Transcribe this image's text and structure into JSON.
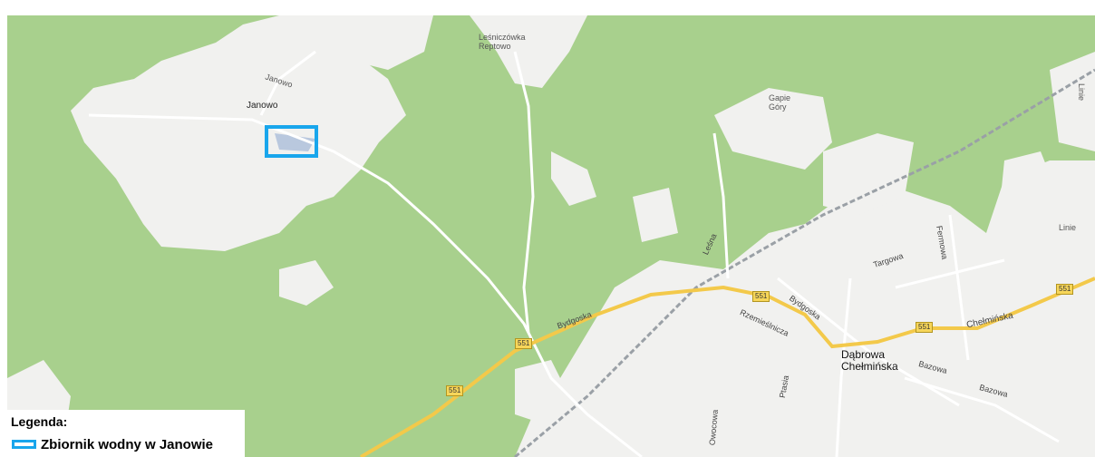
{
  "map": {
    "places": {
      "janowo": "Janowo",
      "janowo_road": "Janowo",
      "lesniczowka": "Leśniczówka\nReptowo",
      "gapie_gory": "Gapie\nGóry",
      "dabrowa": "Dąbrowa\nChełmińska",
      "linie_top": "Linie",
      "linie_right": "Linie"
    },
    "streets": {
      "bydgoska_1": "Bydgoska",
      "bydgoska_2": "Bydgoska",
      "lesna": "Leśna",
      "targowa": "Targowa",
      "fermowa": "Fermowa",
      "chelminska": "Chełmińska",
      "rzemieslnicza": "Rzemieślnicza",
      "plasia": "Ptasia",
      "bazowa_1": "Bazowa",
      "bazowa_2": "Bazowa",
      "owocowa": "Owocowa"
    },
    "route_number": "551",
    "colors": {
      "forest": "#a8d08d",
      "open_land": "#f1f1ef",
      "highlight": "#19a6ec",
      "road_main": "#f3c94a"
    }
  },
  "legend": {
    "title": "Legenda:",
    "item_label": "Zbiornik wodny w Janowie"
  }
}
